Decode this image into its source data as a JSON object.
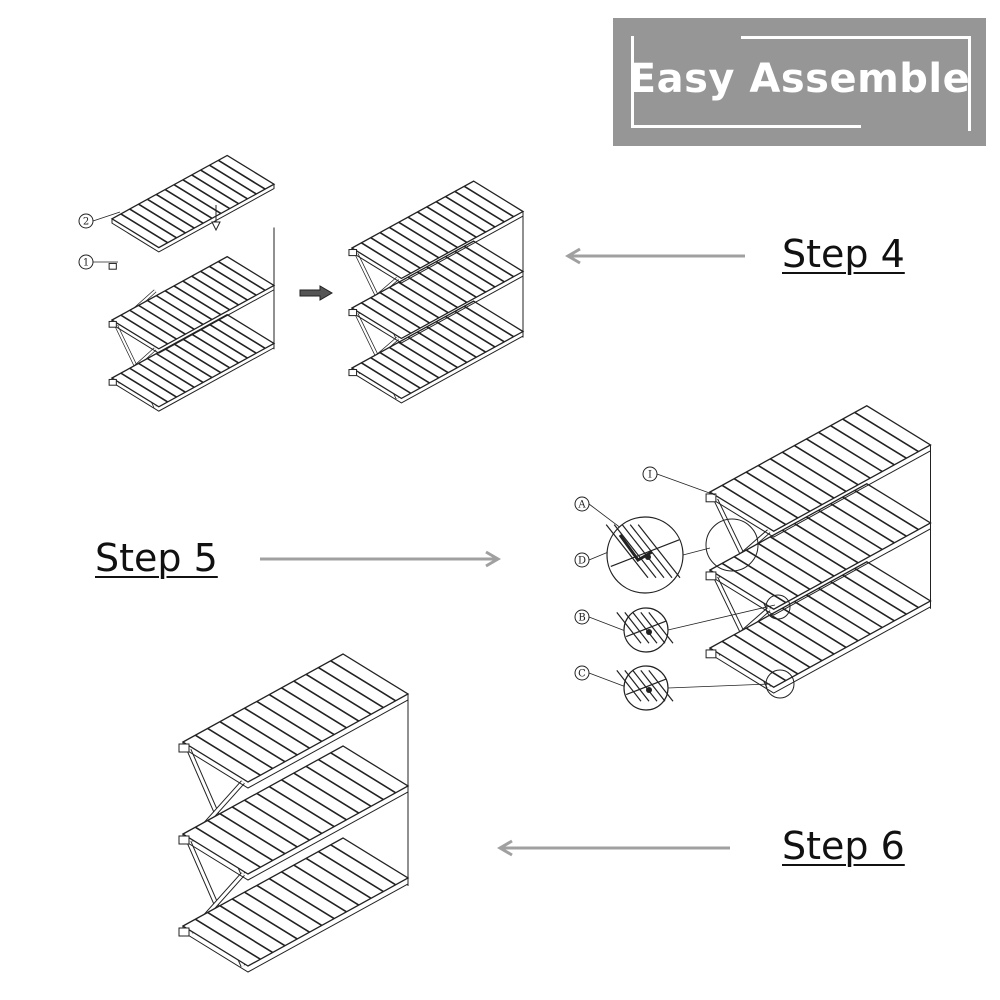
{
  "banner": {
    "title": "Easy Assemble",
    "color": "#969696"
  },
  "steps": [
    {
      "label": "Step 4"
    },
    {
      "label": "Step 5"
    },
    {
      "label": "Step 6"
    }
  ],
  "callouts": {
    "step4": [
      "2",
      "1"
    ],
    "step5": [
      "I",
      "A",
      "D",
      "B",
      "C"
    ]
  },
  "colors": {
    "arrow": "#a0a0a0",
    "line": "#222222"
  }
}
